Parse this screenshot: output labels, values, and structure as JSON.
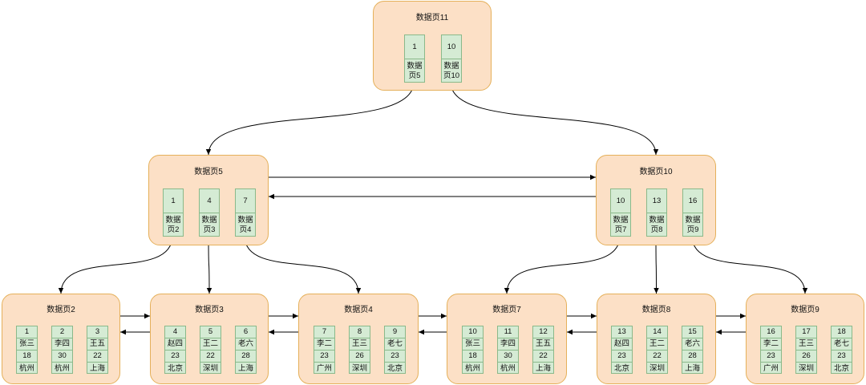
{
  "pages": [
    {
      "id": "p11",
      "title": "数据页11",
      "kind": "internal",
      "entries": [
        {
          "key": "1",
          "pointer": "数据\n页5"
        },
        {
          "key": "10",
          "pointer": "数据\n页10"
        }
      ]
    },
    {
      "id": "p5",
      "title": "数据页5",
      "kind": "internal",
      "entries": [
        {
          "key": "1",
          "pointer": "数据\n页2"
        },
        {
          "key": "4",
          "pointer": "数据\n页3"
        },
        {
          "key": "7",
          "pointer": "数据\n页4"
        }
      ]
    },
    {
      "id": "p10",
      "title": "数据页10",
      "kind": "internal",
      "entries": [
        {
          "key": "10",
          "pointer": "数据\n页7"
        },
        {
          "key": "13",
          "pointer": "数据\n页8"
        },
        {
          "key": "16",
          "pointer": "数据\n页9"
        }
      ]
    },
    {
      "id": "p2",
      "title": "数据页2",
      "kind": "leaf",
      "records": [
        {
          "id": "1",
          "name": "张三",
          "age": "18",
          "city": "杭州"
        },
        {
          "id": "2",
          "name": "李四",
          "age": "30",
          "city": "杭州"
        },
        {
          "id": "3",
          "name": "王五",
          "age": "22",
          "city": "上海"
        }
      ]
    },
    {
      "id": "p3",
      "title": "数据页3",
      "kind": "leaf",
      "records": [
        {
          "id": "4",
          "name": "赵四",
          "age": "23",
          "city": "北京"
        },
        {
          "id": "5",
          "name": "王二",
          "age": "22",
          "city": "深圳"
        },
        {
          "id": "6",
          "name": "老六",
          "age": "28",
          "city": "上海"
        }
      ]
    },
    {
      "id": "p4",
      "title": "数据页4",
      "kind": "leaf",
      "records": [
        {
          "id": "7",
          "name": "李二",
          "age": "23",
          "city": "广州"
        },
        {
          "id": "8",
          "name": "王三",
          "age": "26",
          "city": "深圳"
        },
        {
          "id": "9",
          "name": "老七",
          "age": "23",
          "city": "北京"
        }
      ]
    },
    {
      "id": "p7",
      "title": "数据页7",
      "kind": "leaf",
      "records": [
        {
          "id": "10",
          "name": "张三",
          "age": "18",
          "city": "杭州"
        },
        {
          "id": "11",
          "name": "李四",
          "age": "30",
          "city": "杭州"
        },
        {
          "id": "12",
          "name": "王五",
          "age": "22",
          "city": "上海"
        }
      ]
    },
    {
      "id": "p8",
      "title": "数据页8",
      "kind": "leaf",
      "records": [
        {
          "id": "13",
          "name": "赵四",
          "age": "23",
          "city": "北京"
        },
        {
          "id": "14",
          "name": "王二",
          "age": "22",
          "city": "深圳"
        },
        {
          "id": "15",
          "name": "老六",
          "age": "28",
          "city": "上海"
        }
      ]
    },
    {
      "id": "p9",
      "title": "数据页9",
      "kind": "leaf",
      "records": [
        {
          "id": "16",
          "name": "李二",
          "age": "23",
          "city": "广州"
        },
        {
          "id": "17",
          "name": "王三",
          "age": "26",
          "city": "深圳"
        },
        {
          "id": "18",
          "name": "老七",
          "age": "23",
          "city": "北京"
        }
      ]
    }
  ],
  "links": [
    {
      "from": "p11",
      "entry": 0,
      "to": "p5"
    },
    {
      "from": "p11",
      "entry": 1,
      "to": "p10"
    },
    {
      "from": "p5",
      "entry": 0,
      "to": "p2"
    },
    {
      "from": "p5",
      "entry": 1,
      "to": "p3"
    },
    {
      "from": "p5",
      "entry": 2,
      "to": "p4"
    },
    {
      "from": "p10",
      "entry": 0,
      "to": "p7"
    },
    {
      "from": "p10",
      "entry": 1,
      "to": "p8"
    },
    {
      "from": "p10",
      "entry": 2,
      "to": "p9"
    }
  ],
  "sibling_pairs": [
    [
      "p5",
      "p10"
    ],
    [
      "p2",
      "p3"
    ],
    [
      "p3",
      "p4"
    ],
    [
      "p4",
      "p7"
    ],
    [
      "p7",
      "p8"
    ],
    [
      "p8",
      "p9"
    ]
  ],
  "colors": {
    "page_fill": "#fce0c6",
    "page_border": "#e5b05a",
    "cell_fill": "#d5ebd4",
    "cell_border": "#8ab98a",
    "line": "#000000"
  }
}
